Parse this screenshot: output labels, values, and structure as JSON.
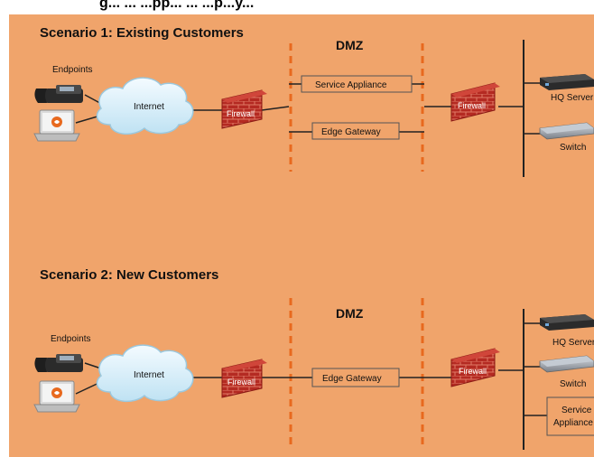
{
  "colors": {
    "background": "#F0A46B",
    "page": "#ffffff",
    "dmz_dash": "#E8691E",
    "firewall_brick": "#B42A22",
    "mortar": "#E07A66",
    "cloud": "#D8EEF8",
    "box_border": "#555555",
    "line": "#222222",
    "device_dark": "#2B2B2B",
    "laptop_logo": "#E8691E"
  },
  "header_fragment": "g... ... ...pp... ... ...p...y...",
  "scenario1": {
    "title": "Scenario 1: Existing Customers",
    "dmz_label": "DMZ",
    "endpoints_label": "Endpoints",
    "internet_label": "Internet",
    "firewall_left_label": "Firewall",
    "service_appliance_label": "Service Appliance",
    "edge_gateway_label": "Edge Gateway",
    "firewall_right_label": "Firewall",
    "hq_server_label": "HQ Server",
    "switch_label": "Switch",
    "icons": [
      "desk-phone-icon",
      "laptop-icon",
      "cloud-icon",
      "brick-firewall-icon",
      "rack-server-icon",
      "network-switch-icon"
    ]
  },
  "scenario2": {
    "title": "Scenario 2: New Customers",
    "dmz_label": "DMZ",
    "endpoints_label": "Endpoints",
    "internet_label": "Internet",
    "firewall_left_label": "Firewall",
    "edge_gateway_label": "Edge Gateway",
    "firewall_right_label": "Firewall",
    "hq_server_label": "HQ Server",
    "switch_label": "Switch",
    "service_appliance_label_line1": "Service",
    "service_appliance_label_line2": "Appliance",
    "icons": [
      "desk-phone-icon",
      "laptop-icon",
      "cloud-icon",
      "brick-firewall-icon",
      "rack-server-icon",
      "network-switch-icon"
    ]
  }
}
